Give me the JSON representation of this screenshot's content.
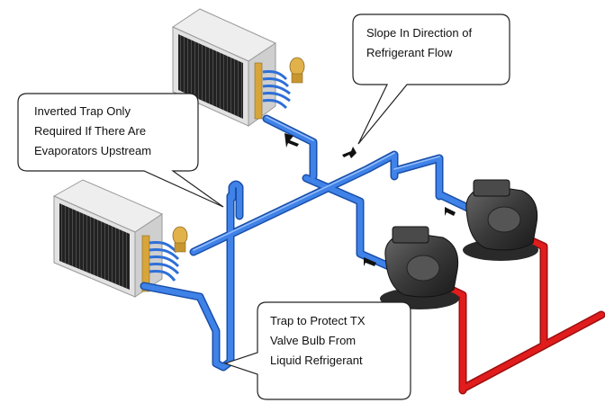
{
  "callouts": {
    "slope": "Slope In Direction of\nRefrigerant Flow",
    "inverted_trap": "Inverted Trap Only\nRequired If There Are\nEvaporators Upstream",
    "trap": "Trap to Protect TX\nValve Bulb From\nLiquid Refrigerant"
  },
  "colors": {
    "suction_line": "#2e6fd8",
    "discharge_line": "#e01c1c",
    "coil_frame": "#d9d9d9",
    "coil_fins": "#2b2b2b",
    "compressor": "#3a3a3a",
    "txv_brass": "#d8a53a"
  }
}
